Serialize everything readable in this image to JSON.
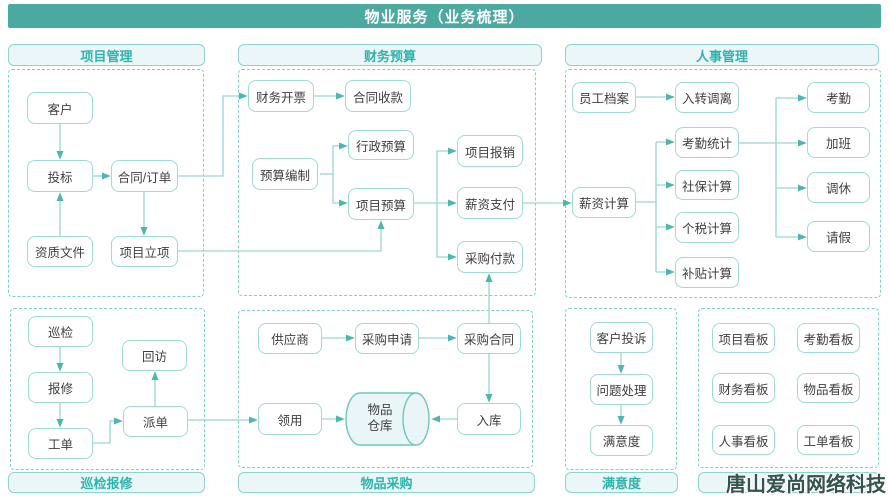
{
  "title": "物业服务（业务梳理）",
  "watermark": "唐山爱尚网络科技",
  "colors": {
    "accent": "#4BA9A0",
    "section_fill": "#EAF6F8",
    "section_text": "#2EB4AC",
    "node_border": "#9FDAD5",
    "line": "#9BD6D1",
    "arrow": "#4EB6AE"
  },
  "sections": {
    "project": {
      "label": "项目管理"
    },
    "finance": {
      "label": "财务预算"
    },
    "hr": {
      "label": "人事管理"
    },
    "inspection": {
      "label": "巡检报修"
    },
    "procurement": {
      "label": "物品采购"
    },
    "satisfaction": {
      "label": "满意度"
    },
    "dashboard": {
      "label": ""
    }
  },
  "nodes": {
    "customer": {
      "label": "客户"
    },
    "bidding": {
      "label": "投标"
    },
    "contract_order": {
      "label": "合同/订单"
    },
    "qualification_docs": {
      "label": "资质文件"
    },
    "project_initiation": {
      "label": "项目立项"
    },
    "invoicing": {
      "label": "财务开票"
    },
    "contract_collection": {
      "label": "合同收款"
    },
    "budget_preparation": {
      "label": "预算编制"
    },
    "admin_budget": {
      "label": "行政预算"
    },
    "project_budget": {
      "label": "项目预算"
    },
    "project_reimbursement": {
      "label": "项目报销"
    },
    "salary_payment": {
      "label": "薪资支付"
    },
    "purchase_payment": {
      "label": "采购付款"
    },
    "employee_files": {
      "label": "员工档案"
    },
    "onboarding_transfer": {
      "label": "入转调离"
    },
    "attendance_stats": {
      "label": "考勤统计"
    },
    "social_insurance_calc": {
      "label": "社保计算"
    },
    "salary_calc": {
      "label": "薪资计算"
    },
    "income_tax_calc": {
      "label": "个税计算"
    },
    "subsidy_calc": {
      "label": "补贴计算"
    },
    "attendance": {
      "label": "考勤"
    },
    "overtime": {
      "label": "加班"
    },
    "comp_leave": {
      "label": "调休"
    },
    "leave": {
      "label": "请假"
    },
    "inspection": {
      "label": "巡检"
    },
    "repair_report": {
      "label": "报修"
    },
    "work_order": {
      "label": "工单"
    },
    "follow_up": {
      "label": "回访"
    },
    "dispatch": {
      "label": "派单"
    },
    "supplier": {
      "label": "供应商"
    },
    "purchase_request": {
      "label": "采购申请"
    },
    "purchase_contract": {
      "label": "采购合同"
    },
    "requisition": {
      "label": "领用"
    },
    "warehouse": {
      "line1": "物品",
      "line2": "仓库"
    },
    "inbound": {
      "label": "入库"
    },
    "customer_complaint": {
      "label": "客户投诉"
    },
    "issue_handling": {
      "label": "问题处理"
    },
    "satisfaction_node": {
      "label": "满意度"
    },
    "project_board": {
      "label": "项目看板"
    },
    "attendance_board": {
      "label": "考勤看板"
    },
    "finance_board": {
      "label": "财务看板"
    },
    "goods_board": {
      "label": "物品看板"
    },
    "hr_board": {
      "label": "人事看板"
    },
    "workorder_board": {
      "label": "工单看板"
    }
  }
}
